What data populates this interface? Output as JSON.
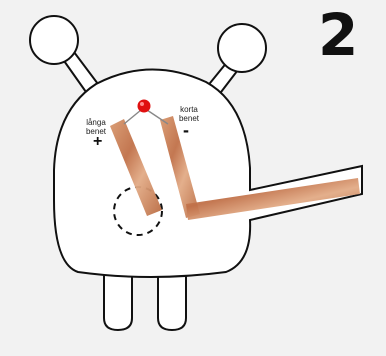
{
  "step": {
    "number": "2"
  },
  "labels": {
    "long_leg": "långa benet",
    "short_leg": "korta benet",
    "plus": "+",
    "minus": "-"
  },
  "colors": {
    "background": "#f2f2f2",
    "outline": "#111111",
    "body_fill": "#ffffff",
    "copper": "#c9855a",
    "led": "#e01010"
  },
  "icons": {
    "led": "red-led-icon",
    "switch_area": "dashed-circle-press-area"
  }
}
